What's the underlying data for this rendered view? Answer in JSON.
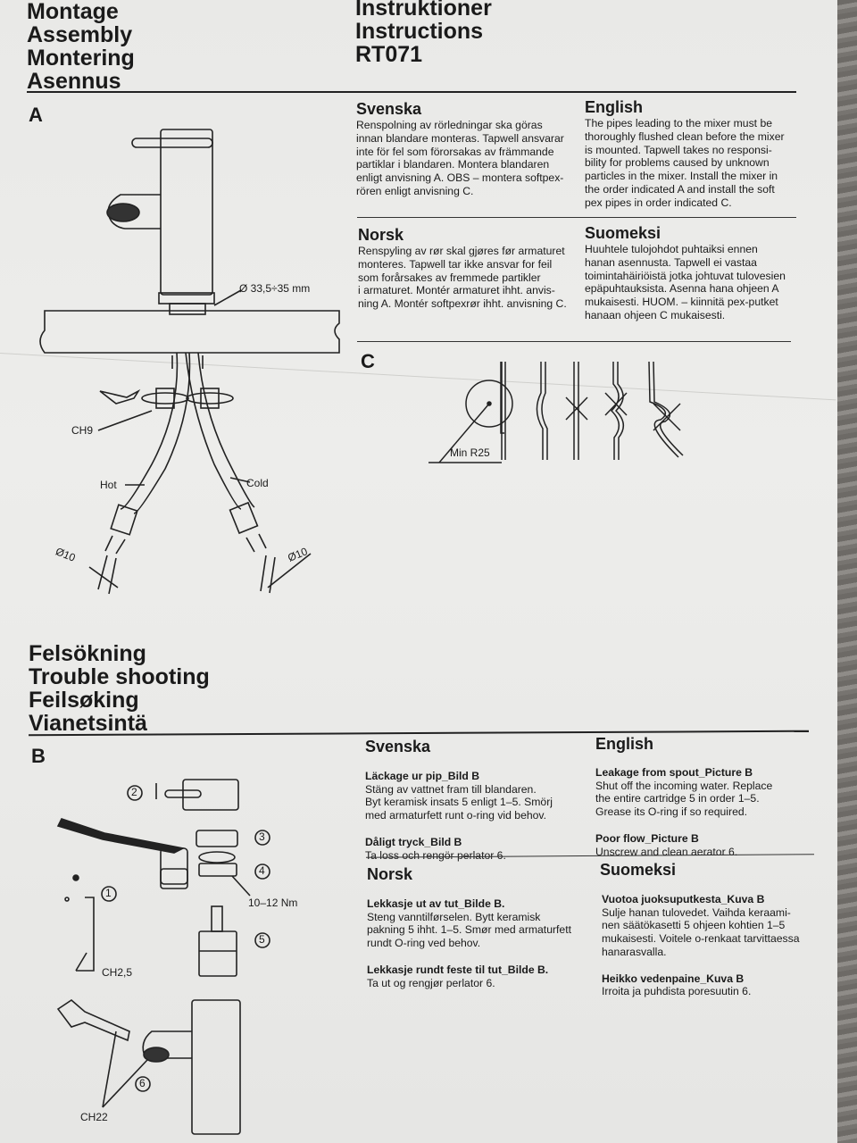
{
  "header": {
    "left_title": [
      "Montage",
      "Assembly",
      "Montering",
      "Asennus"
    ],
    "right_title": [
      "Instruktioner",
      "Instructions",
      "RT071"
    ]
  },
  "section_a": {
    "letter": "A",
    "diameter_label": "Ø 33,5÷35 mm",
    "ch9": "CH9",
    "hot": "Hot",
    "cold": "Cold",
    "pipe_left": "Ø10",
    "pipe_right": "Ø10"
  },
  "assembly_text": {
    "svenska": {
      "heading": "Svenska",
      "body": "Renspolning av rörledningar ska göras\ninnan blandare monteras. Tapwell ansvarar\ninte för fel som förorsakas av främmande\n partiklar i blandaren. Montera blandaren\nenligt anvisning A. OBS – montera softpex-\nrören enligt anvisning C."
    },
    "english": {
      "heading": "English",
      "body": "The pipes leading to the mixer must be\nthoroughly flushed clean before the mixer\nis mounted. Tapwell takes no responsi-\nbility for problems caused by unknown\nparticles in the mixer. Install the mixer in\nthe order indicated A and install the soft\npex pipes in order indicated C."
    },
    "norsk": {
      "heading": "Norsk",
      "body": "Renspyling av rør skal gjøres før armaturet\nmonteres. Tapwell tar ikke ansvar for feil\nsom forårsakes av fremmede partikler\ni armaturet. Montér armaturet ihht. anvis-\nning A. Montér softpexrør ihht. anvisning C."
    },
    "suomeksi": {
      "heading": "Suomeksi",
      "body": "Huuhtele tulojohdot puhtaiksi ennen\nhanan asennusta. Tapwell ei vastaa\ntoimintahäiriöistä jotka johtuvat tulovesien\nepäpuhtauksista.  Asenna hana ohjeen A\nmukaisesti. HUOM. – kiinnitä pex-putket\nhanaan ohjeen C mukaisesti."
    }
  },
  "section_c": {
    "letter": "C",
    "min_radius": "Min R25"
  },
  "troubleshooting": {
    "titles": [
      "Felsökning",
      "Trouble shooting",
      "Feilsøking",
      "Vianetsintä"
    ],
    "letter": "B",
    "labels": {
      "n1": "1",
      "n2": "2",
      "n3": "3",
      "n4": "4",
      "n5": "5",
      "n6": "6",
      "torque": "10–12 Nm",
      "ch25": "CH2,5",
      "ch22": "CH22"
    },
    "svenska": {
      "heading": "Svenska",
      "sub1": "Läckage ur pip_Bild B",
      "body1": "Stäng av vattnet fram till blandaren.\nByt keramisk insats 5 enligt 1–5. Smörj\nmed armaturfett runt o-ring vid behov.",
      "sub2": "Dåligt tryck_Bild B",
      "body2": "Ta loss och rengör perlator 6."
    },
    "english": {
      "heading": "English",
      "sub1": "Leakage from spout_Picture B",
      "body1": "Shut off the incoming water. Replace\nthe entire cartridge 5 in order 1–5.\nGrease its O-ring if so required.",
      "sub2": "Poor flow_Picture B",
      "body2": "Unscrew and clean aerator 6."
    },
    "norsk": {
      "heading": "Norsk",
      "sub1": "Lekkasje ut av tut_Bilde B.",
      "body1": "Steng vanntilførselen. Bytt keramisk\npakning 5 ihht. 1–5. Smør med armaturfett\nrundt O-ring ved behov.",
      "sub2": "Lekkasje rundt feste til tut_Bilde B.",
      "body2": "Ta ut og rengjør perlator 6."
    },
    "suomeksi": {
      "heading": "Suomeksi",
      "sub1": "Vuotoa juoksuputkesta_Kuva B",
      "body1": "Sulje hanan tulovedet. Vaihda keraami-\nnen säätökasetti 5 ohjeen kohtien 1–5\nmukaisesti. Voitele o-renkaat tarvittaessa\nhanarasvalla.",
      "sub2": "Heikko vedenpaine_Kuva B",
      "body2": "Irroita ja puhdista poresuutin 6."
    }
  }
}
